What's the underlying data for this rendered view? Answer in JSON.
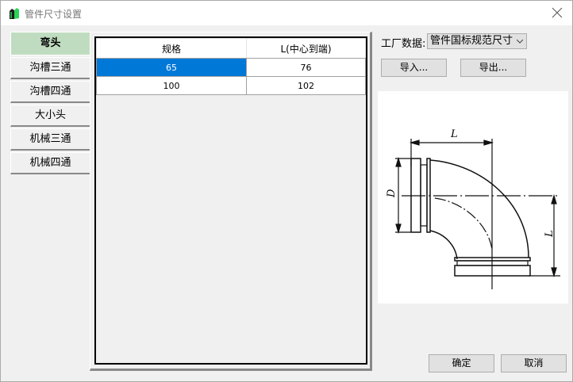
{
  "window": {
    "title": "管件尺寸设置"
  },
  "tabs": [
    {
      "label": "弯头",
      "active": true
    },
    {
      "label": "沟槽三通"
    },
    {
      "label": "沟槽四通"
    },
    {
      "label": "大小头"
    },
    {
      "label": "机械三通"
    },
    {
      "label": "机械四通"
    }
  ],
  "table": {
    "headers": [
      "规格",
      "L(中心到端)"
    ],
    "rows": [
      {
        "spec": "65",
        "l": "76",
        "selected": true
      },
      {
        "spec": "100",
        "l": "102"
      }
    ]
  },
  "factory": {
    "label": "工厂数据:",
    "selected": "管件国标规范尺寸"
  },
  "buttons": {
    "import": "导入...",
    "export": "导出...",
    "ok": "确定",
    "cancel": "取消"
  },
  "diagram": {
    "label_l_top": "L",
    "label_l_right": "L",
    "label_d": "D"
  },
  "colors": {
    "selection": "#0078d7",
    "active_tab": "#c0dcc0"
  }
}
